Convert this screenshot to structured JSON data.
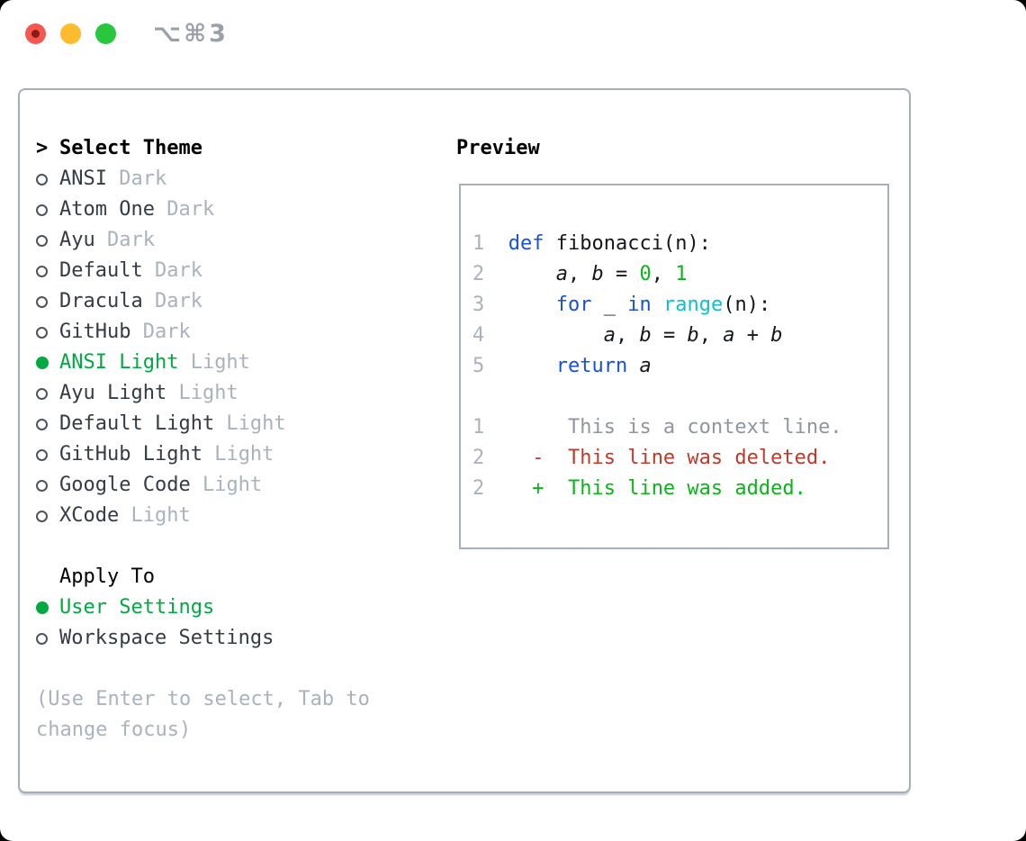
{
  "titlebar": {
    "shortcut": "⌥⌘3"
  },
  "colors": {
    "accent_green": "#00aa41",
    "keyword_blue": "#1a50d8",
    "number_green": "#0ab419",
    "builtin_cyan": "#0fc0ca",
    "deleted_red": "#bf3a2a",
    "context_gray": "#8e969e",
    "muted_gray": "#a9b2bd",
    "text_dark": "#343b44",
    "border_gray": "#a6aeb8",
    "light_red": "#f35750",
    "light_red_dot": "#8c1b15",
    "light_yellow": "#fcbc2d",
    "light_green": "#29c73e"
  },
  "theme_selector": {
    "prompt": ">",
    "header": "Select Theme",
    "items": [
      {
        "name": "ANSI",
        "tag": "Dark",
        "selected": false
      },
      {
        "name": "Atom One",
        "tag": "Dark",
        "selected": false
      },
      {
        "name": "Ayu",
        "tag": "Dark",
        "selected": false
      },
      {
        "name": "Default",
        "tag": "Dark",
        "selected": false
      },
      {
        "name": "Dracula",
        "tag": "Dark",
        "selected": false
      },
      {
        "name": "GitHub",
        "tag": "Dark",
        "selected": false
      },
      {
        "name": "ANSI Light",
        "tag": "Light",
        "selected": true
      },
      {
        "name": "Ayu Light",
        "tag": "Light",
        "selected": false
      },
      {
        "name": "Default Light",
        "tag": "Light",
        "selected": false
      },
      {
        "name": "GitHub Light",
        "tag": "Light",
        "selected": false
      },
      {
        "name": "Google Code",
        "tag": "Light",
        "selected": false
      },
      {
        "name": "XCode",
        "tag": "Light",
        "selected": false
      }
    ]
  },
  "apply_to": {
    "header": "Apply To",
    "options": [
      {
        "label": "User Settings",
        "selected": true
      },
      {
        "label": "Workspace Settings",
        "selected": false
      }
    ]
  },
  "hint": {
    "lines": [
      "(Use Enter to select, Tab to",
      "change focus)"
    ]
  },
  "preview": {
    "title": "Preview",
    "lines": [
      {
        "num": "1",
        "tokens": [
          [
            "def",
            "kw"
          ],
          [
            " fibonacci(n):",
            "plain"
          ]
        ]
      },
      {
        "num": "2",
        "tokens": [
          [
            "    ",
            "plain"
          ],
          [
            "a",
            "var"
          ],
          [
            ", ",
            "plain"
          ],
          [
            "b",
            "var"
          ],
          [
            " = ",
            "plain"
          ],
          [
            "0",
            "num"
          ],
          [
            ", ",
            "plain"
          ],
          [
            "1",
            "num"
          ]
        ]
      },
      {
        "num": "3",
        "tokens": [
          [
            "    ",
            "plain"
          ],
          [
            "for",
            "kw"
          ],
          [
            " _ ",
            "plain"
          ],
          [
            "in",
            "kw"
          ],
          [
            " ",
            "plain"
          ],
          [
            "range",
            "builtin"
          ],
          [
            "(n):",
            "plain"
          ]
        ]
      },
      {
        "num": "4",
        "tokens": [
          [
            "        ",
            "plain"
          ],
          [
            "a",
            "var"
          ],
          [
            ", ",
            "plain"
          ],
          [
            "b",
            "var"
          ],
          [
            " = ",
            "plain"
          ],
          [
            "b",
            "var"
          ],
          [
            ", ",
            "plain"
          ],
          [
            "a",
            "var"
          ],
          [
            " + ",
            "plain"
          ],
          [
            "b",
            "var"
          ]
        ]
      },
      {
        "num": "5",
        "tokens": [
          [
            "    ",
            "plain"
          ],
          [
            "return",
            "kw"
          ],
          [
            " ",
            "plain"
          ],
          [
            "a",
            "var"
          ]
        ]
      },
      {
        "num": "",
        "tokens": []
      },
      {
        "num": "1",
        "tokens": [
          [
            "     This is a context line.",
            "ctx"
          ]
        ]
      },
      {
        "num": "2",
        "tokens": [
          [
            "  -  This line was deleted.",
            "del"
          ]
        ]
      },
      {
        "num": "2",
        "tokens": [
          [
            "  +  This line was added.",
            "add"
          ]
        ]
      }
    ]
  }
}
